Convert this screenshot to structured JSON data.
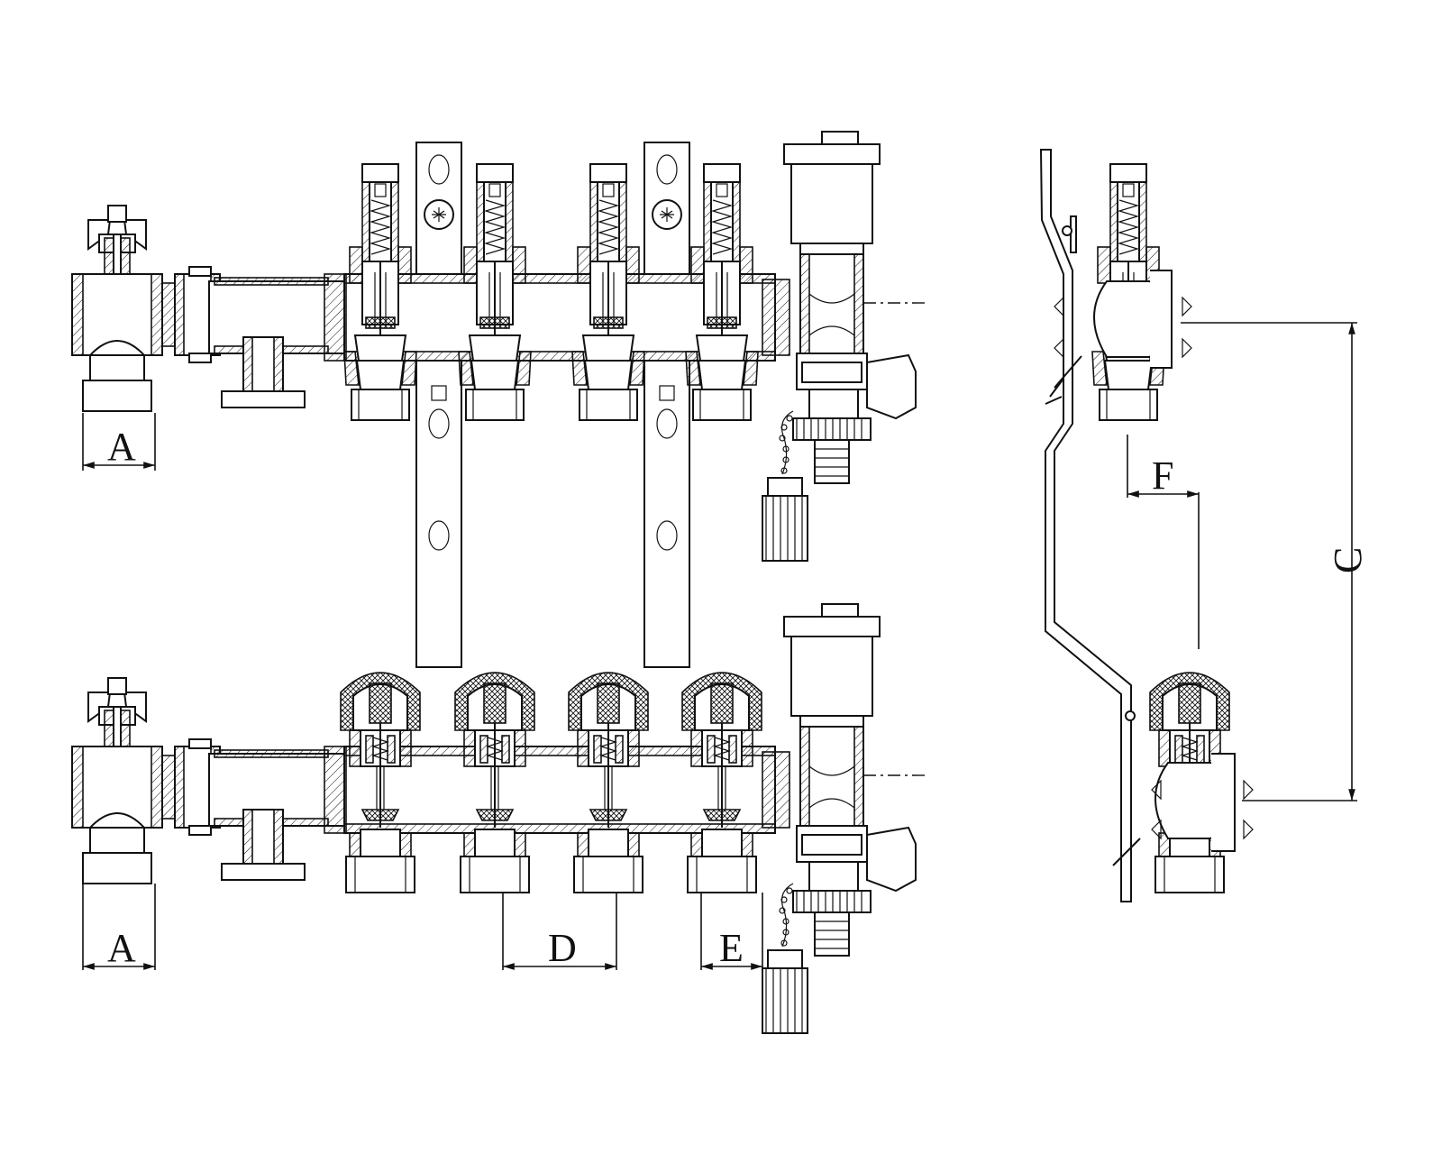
{
  "dimension_labels": {
    "a_top": "A",
    "a_bottom": "A",
    "d": "D",
    "e": "E",
    "c": "C",
    "f": "F"
  }
}
